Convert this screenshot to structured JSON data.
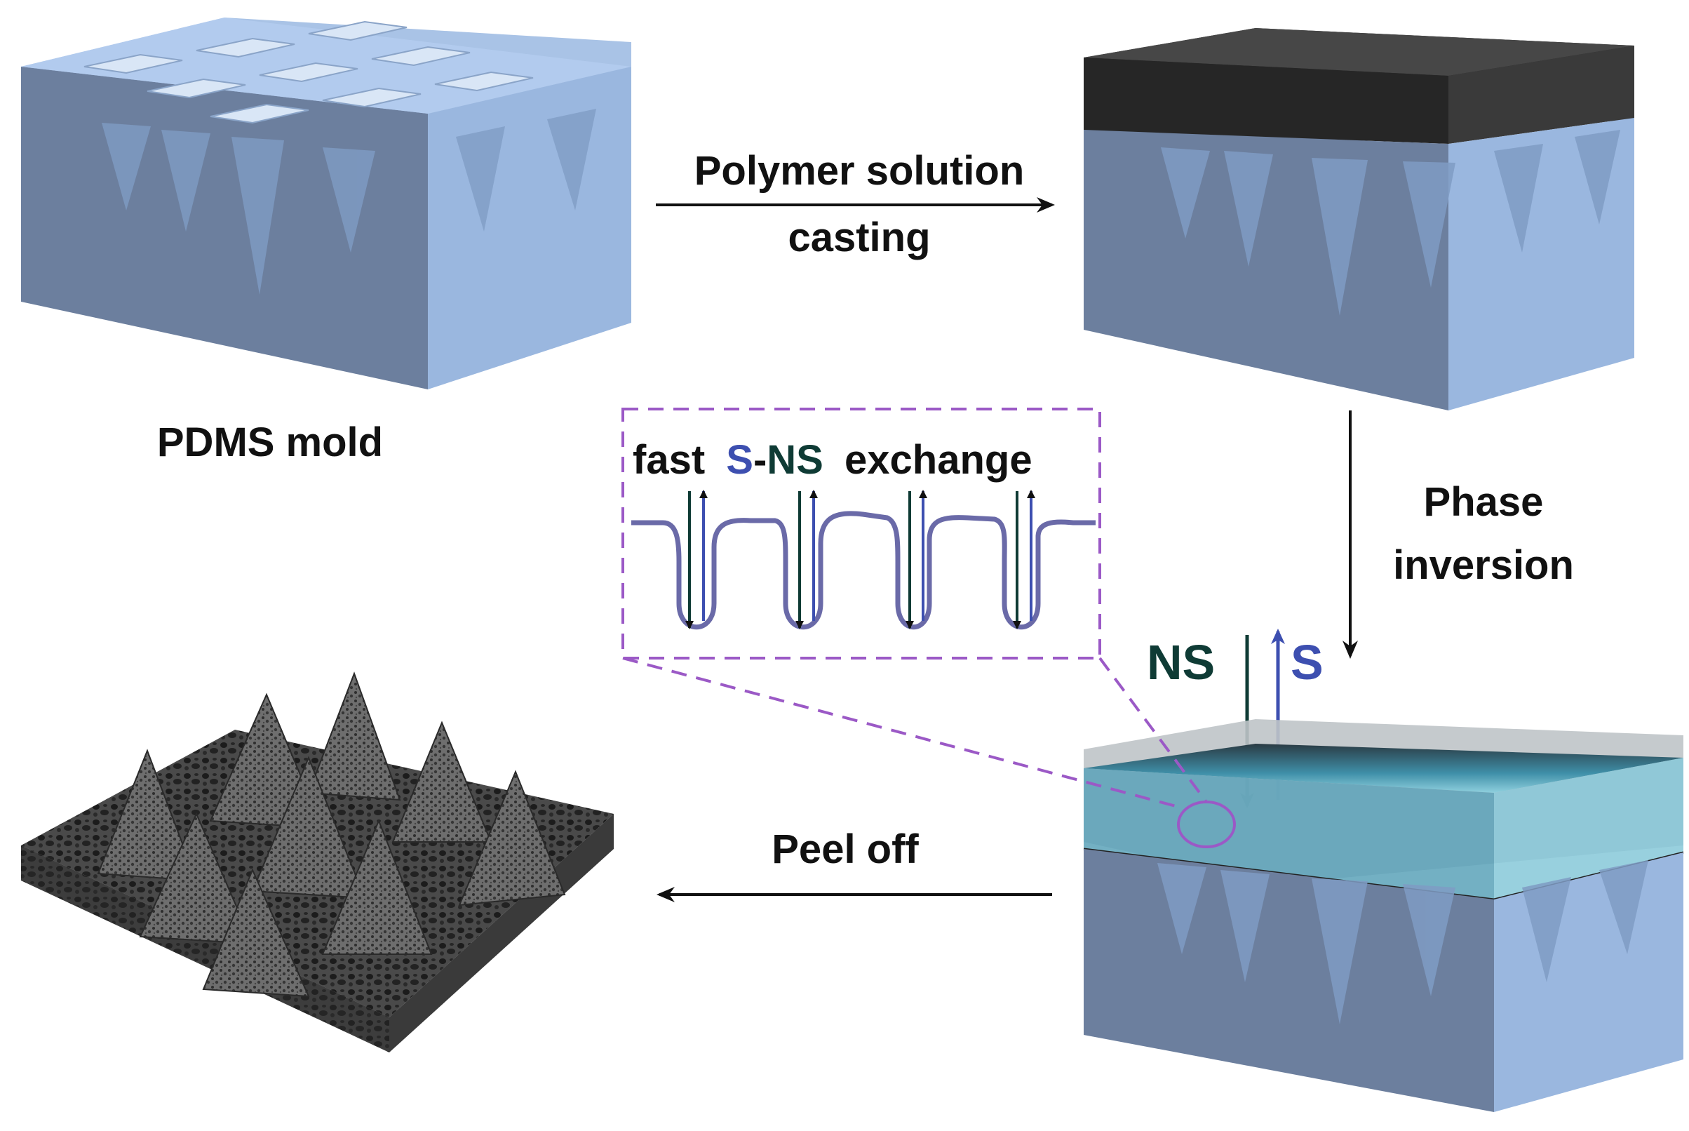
{
  "labels": {
    "pdms_mold": "PDMS mold",
    "casting_line1": "Polymer solution",
    "casting_line2": "casting",
    "phase_line1": "Phase",
    "phase_line2": "inversion",
    "peel_off": "Peel off",
    "ns": "NS",
    "s": "S"
  },
  "inset": {
    "word_fast": "fast",
    "word_s": "S",
    "word_dash": "-",
    "word_ns": "NS",
    "word_exchange": "exchange"
  },
  "colors": {
    "mold_top": "#a9c3e6",
    "mold_front": "#9ab7df",
    "mold_side": "#6c7f9e",
    "polymer_top": "#3b3b3b",
    "ns_color": "#0f3b35",
    "s_color": "#3d4fb0",
    "inset_border": "#9b59c6",
    "membrane_line": "#6a6aa8"
  },
  "icons": [
    "arrow-right-icon",
    "arrow-down-icon",
    "arrow-left-icon"
  ]
}
